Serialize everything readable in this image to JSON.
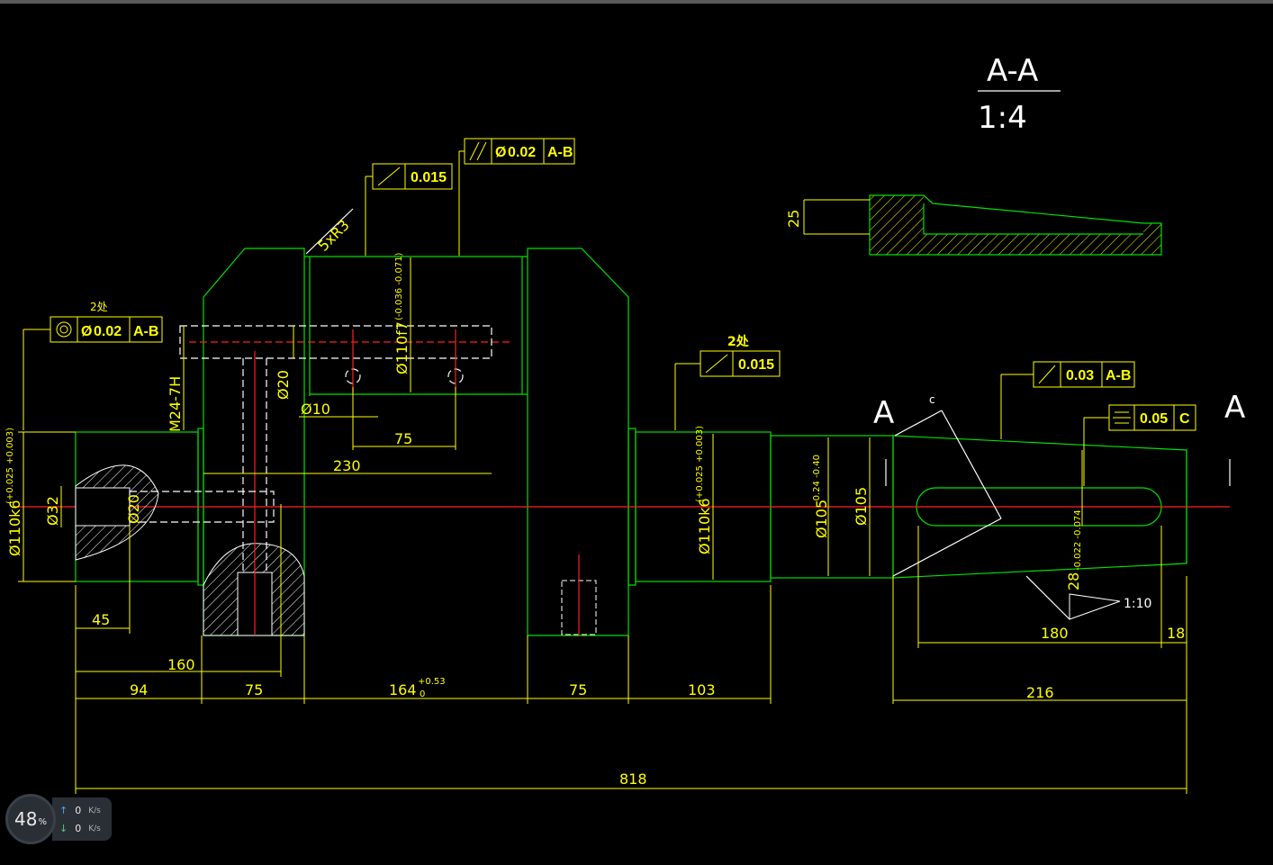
{
  "section": {
    "title": "A-A",
    "scale": "1:4"
  },
  "section_marks": {
    "left": "A",
    "right": "A",
    "small_c": "c"
  },
  "fcf": {
    "runout_top": {
      "value": "0.015"
    },
    "parallel": {
      "value": "0.02",
      "datum": "A-B",
      "diameter": "Ø"
    },
    "concentric": {
      "note": "2处",
      "value": "0.02",
      "datum": "A-B",
      "diameter": "Ø"
    },
    "runout_right": {
      "note": "2处",
      "value": "0.015"
    },
    "total_runout": {
      "value": "0.03",
      "datum": "A-B"
    },
    "symmetry": {
      "value": "0.05",
      "datum": "C"
    }
  },
  "dimensions": {
    "d_818": "818",
    "d_94": "94",
    "d_75a": "75",
    "d_164": "164",
    "d_164_upper": "+0.53",
    "d_164_lower": "0",
    "d_75b": "75",
    "d_103": "103",
    "d_216": "216",
    "d_180": "180",
    "d_18": "18",
    "d_160": "160",
    "d_45": "45",
    "d_230": "230",
    "d_75c": "75",
    "d_phi10": "Ø10",
    "d_phi20v": "Ø20",
    "d_phi20h": "Ø20",
    "d_phi32": "Ø32",
    "d_phi110k6_left": "Ø110k6",
    "d_phi110k6_left_tol": "(+0.025 +0.003)",
    "d_phi110f7": "Ø110f7",
    "d_phi110f7_tol": "(-0.036 -0.071)",
    "d_phi110k6_right": "Ø110k6",
    "d_phi110k6_right_tol": "(+0.025 +0.003)",
    "d_phi105_tol": "Ø105",
    "d_phi105_tol_dev": "-0.24 -0.40",
    "d_phi105": "Ø105",
    "d_28": "28",
    "d_28_tol": "-0.022 -0.074",
    "d_25": "25",
    "thread": "M24-7H",
    "fillet": "5xR3",
    "taper": "1:10"
  },
  "status_widget": {
    "percent": "48",
    "percent_unit": "%",
    "upload": "0",
    "download": "0",
    "unit": "K/s"
  },
  "colors": {
    "outline": "#00e000",
    "dimension": "#ffff00",
    "centerline": "#ff2020",
    "background": "#000000"
  }
}
